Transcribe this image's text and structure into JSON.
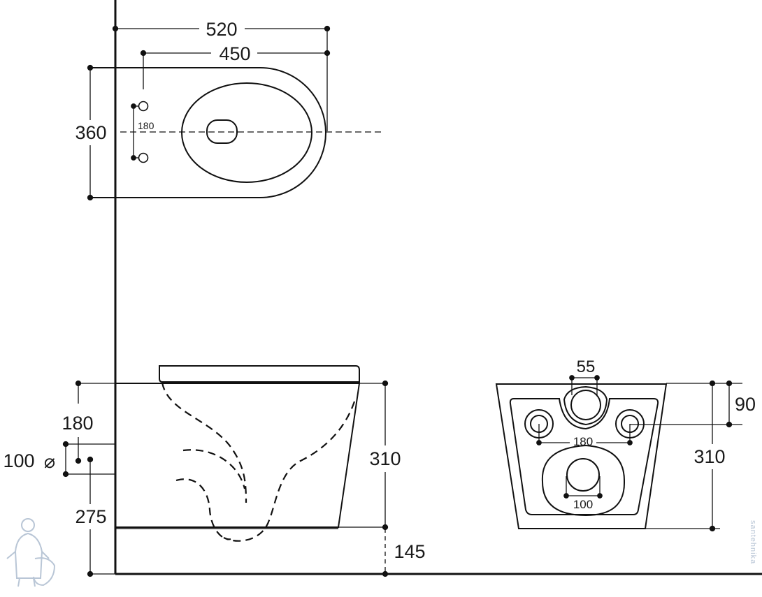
{
  "top_view": {
    "width_overall": "520",
    "width_bowl": "450",
    "depth": "360",
    "fixing_spacing": "180"
  },
  "side_view": {
    "height": "310",
    "inlet_height": "180",
    "pipe_diameter": "100",
    "diameter_symbol": "⌀",
    "outlet_height": "275",
    "bottom_clearance": "145"
  },
  "rear_view": {
    "inlet_width": "55",
    "inlet_height": "90",
    "height": "310",
    "fixing_spacing": "180",
    "outlet_diameter": "100"
  },
  "watermark": {
    "text": "santehnika",
    "colors": {
      "primary": "#2b5ea8",
      "light": "#b9c6d6"
    }
  }
}
